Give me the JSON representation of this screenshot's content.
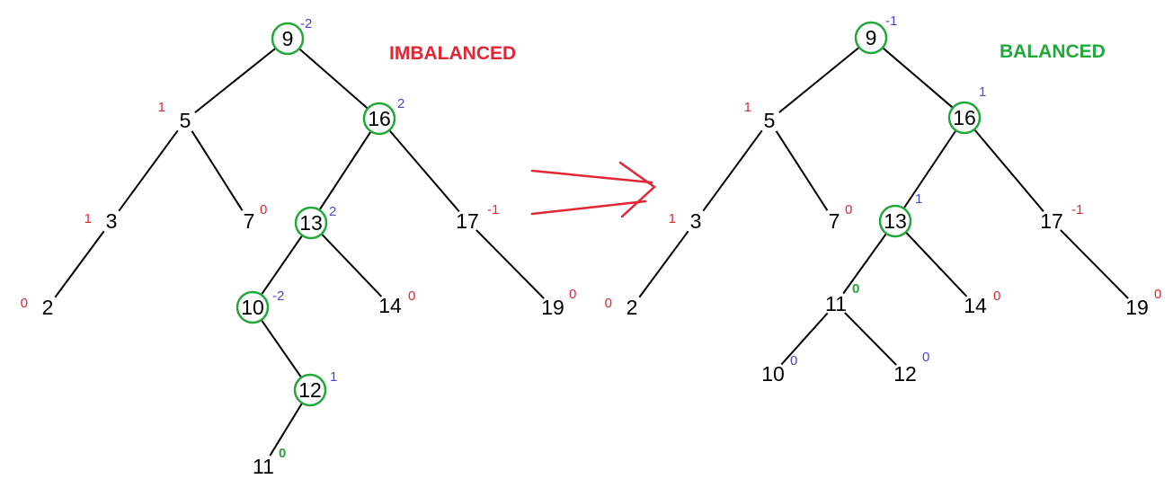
{
  "colors": {
    "red": "#e32636",
    "blue": "#4747d1",
    "green": "#22a83a",
    "black": "#000000"
  },
  "left_tree": {
    "title": "IMBALANCED",
    "title_color": "red",
    "nodes": [
      {
        "id": "L9",
        "label": "9",
        "bf": "-2",
        "bf_color": "blue",
        "circled": true
      },
      {
        "id": "L5",
        "label": "5",
        "bf": "1",
        "bf_color": "red",
        "circled": false
      },
      {
        "id": "L16",
        "label": "16",
        "bf": "2",
        "bf_color": "blue",
        "circled": true
      },
      {
        "id": "L3",
        "label": "3",
        "bf": "1",
        "bf_color": "red",
        "circled": false
      },
      {
        "id": "L7",
        "label": "7",
        "bf": "0",
        "bf_color": "red",
        "circled": false
      },
      {
        "id": "L13",
        "label": "13",
        "bf": "2",
        "bf_color": "blue",
        "circled": true
      },
      {
        "id": "L17",
        "label": "17",
        "bf": "-1",
        "bf_color": "red",
        "circled": false
      },
      {
        "id": "L2",
        "label": "2",
        "bf": "0",
        "bf_color": "red",
        "circled": false
      },
      {
        "id": "L10",
        "label": "10",
        "bf": "-2",
        "bf_color": "blue",
        "circled": true
      },
      {
        "id": "L14",
        "label": "14",
        "bf": "0",
        "bf_color": "red",
        "circled": false
      },
      {
        "id": "L19",
        "label": "19",
        "bf": "0",
        "bf_color": "red",
        "circled": false
      },
      {
        "id": "L12",
        "label": "12",
        "bf": "1",
        "bf_color": "blue",
        "circled": true
      },
      {
        "id": "L11",
        "label": "11",
        "bf": "0",
        "bf_color": "green",
        "circled": false
      }
    ],
    "edges": [
      [
        "L9",
        "L5"
      ],
      [
        "L9",
        "L16"
      ],
      [
        "L5",
        "L3"
      ],
      [
        "L5",
        "L7"
      ],
      [
        "L16",
        "L13"
      ],
      [
        "L16",
        "L17"
      ],
      [
        "L3",
        "L2"
      ],
      [
        "L13",
        "L10"
      ],
      [
        "L13",
        "L14"
      ],
      [
        "L17",
        "L19"
      ],
      [
        "L10",
        "L12"
      ],
      [
        "L12",
        "L11"
      ]
    ]
  },
  "right_tree": {
    "title": "BALANCED",
    "title_color": "green",
    "nodes": [
      {
        "id": "R9",
        "label": "9",
        "bf": "-1",
        "bf_color": "blue",
        "circled": true
      },
      {
        "id": "R5",
        "label": "5",
        "bf": "1",
        "bf_color": "red",
        "circled": false
      },
      {
        "id": "R16",
        "label": "16",
        "bf": "1",
        "bf_color": "blue",
        "circled": true
      },
      {
        "id": "R3",
        "label": "3",
        "bf": "1",
        "bf_color": "red",
        "circled": false
      },
      {
        "id": "R7",
        "label": "7",
        "bf": "0",
        "bf_color": "red",
        "circled": false
      },
      {
        "id": "R13",
        "label": "13",
        "bf": "1",
        "bf_color": "blue",
        "circled": true
      },
      {
        "id": "R17",
        "label": "17",
        "bf": "-1",
        "bf_color": "red",
        "circled": false
      },
      {
        "id": "R2",
        "label": "2",
        "bf": "0",
        "bf_color": "red",
        "circled": false
      },
      {
        "id": "R11",
        "label": "11",
        "bf": "0",
        "bf_color": "green",
        "circled": false
      },
      {
        "id": "R14",
        "label": "14",
        "bf": "0",
        "bf_color": "red",
        "circled": false
      },
      {
        "id": "R19",
        "label": "19",
        "bf": "0",
        "bf_color": "red",
        "circled": false
      },
      {
        "id": "R10",
        "label": "10",
        "bf": "0",
        "bf_color": "blue",
        "circled": false
      },
      {
        "id": "R12",
        "label": "12",
        "bf": "0",
        "bf_color": "blue",
        "circled": false
      }
    ],
    "edges": [
      [
        "R9",
        "R5"
      ],
      [
        "R9",
        "R16"
      ],
      [
        "R5",
        "R3"
      ],
      [
        "R5",
        "R7"
      ],
      [
        "R16",
        "R13"
      ],
      [
        "R16",
        "R17"
      ],
      [
        "R3",
        "R2"
      ],
      [
        "R13",
        "R11"
      ],
      [
        "R13",
        "R14"
      ],
      [
        "R17",
        "R19"
      ],
      [
        "R11",
        "R10"
      ],
      [
        "R11",
        "R12"
      ]
    ]
  },
  "arrow": {
    "color": "red"
  }
}
